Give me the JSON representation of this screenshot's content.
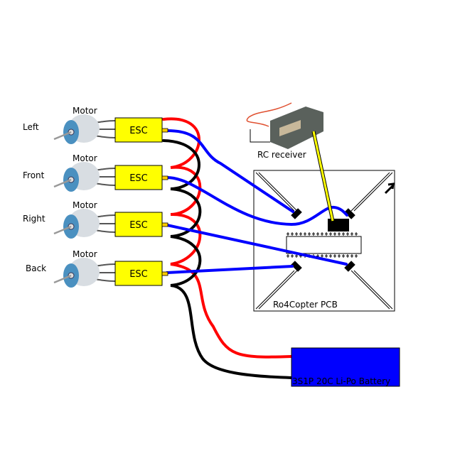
{
  "motors": [
    {
      "position_label": "Left",
      "motor_label": "Motor",
      "esc_label": "ESC"
    },
    {
      "position_label": "Front",
      "motor_label": "Motor",
      "esc_label": "ESC"
    },
    {
      "position_label": "Right",
      "motor_label": "Motor",
      "esc_label": "ESC"
    },
    {
      "position_label": "Back",
      "motor_label": "Motor",
      "esc_label": "ESC"
    }
  ],
  "receiver": {
    "label": "RC receiver"
  },
  "pcb": {
    "label": "Ro4Copter PCB"
  },
  "battery": {
    "label": "3S1P 20C Li-Po Battery"
  },
  "colors": {
    "esc": "#ffff00",
    "battery": "#0000ff",
    "signal_wire": "#0000ff",
    "power_wire_positive": "#ff0000",
    "power_wire_negative": "#000000",
    "receiver_cable": "#ffff00",
    "motor": "#4a90c0"
  }
}
